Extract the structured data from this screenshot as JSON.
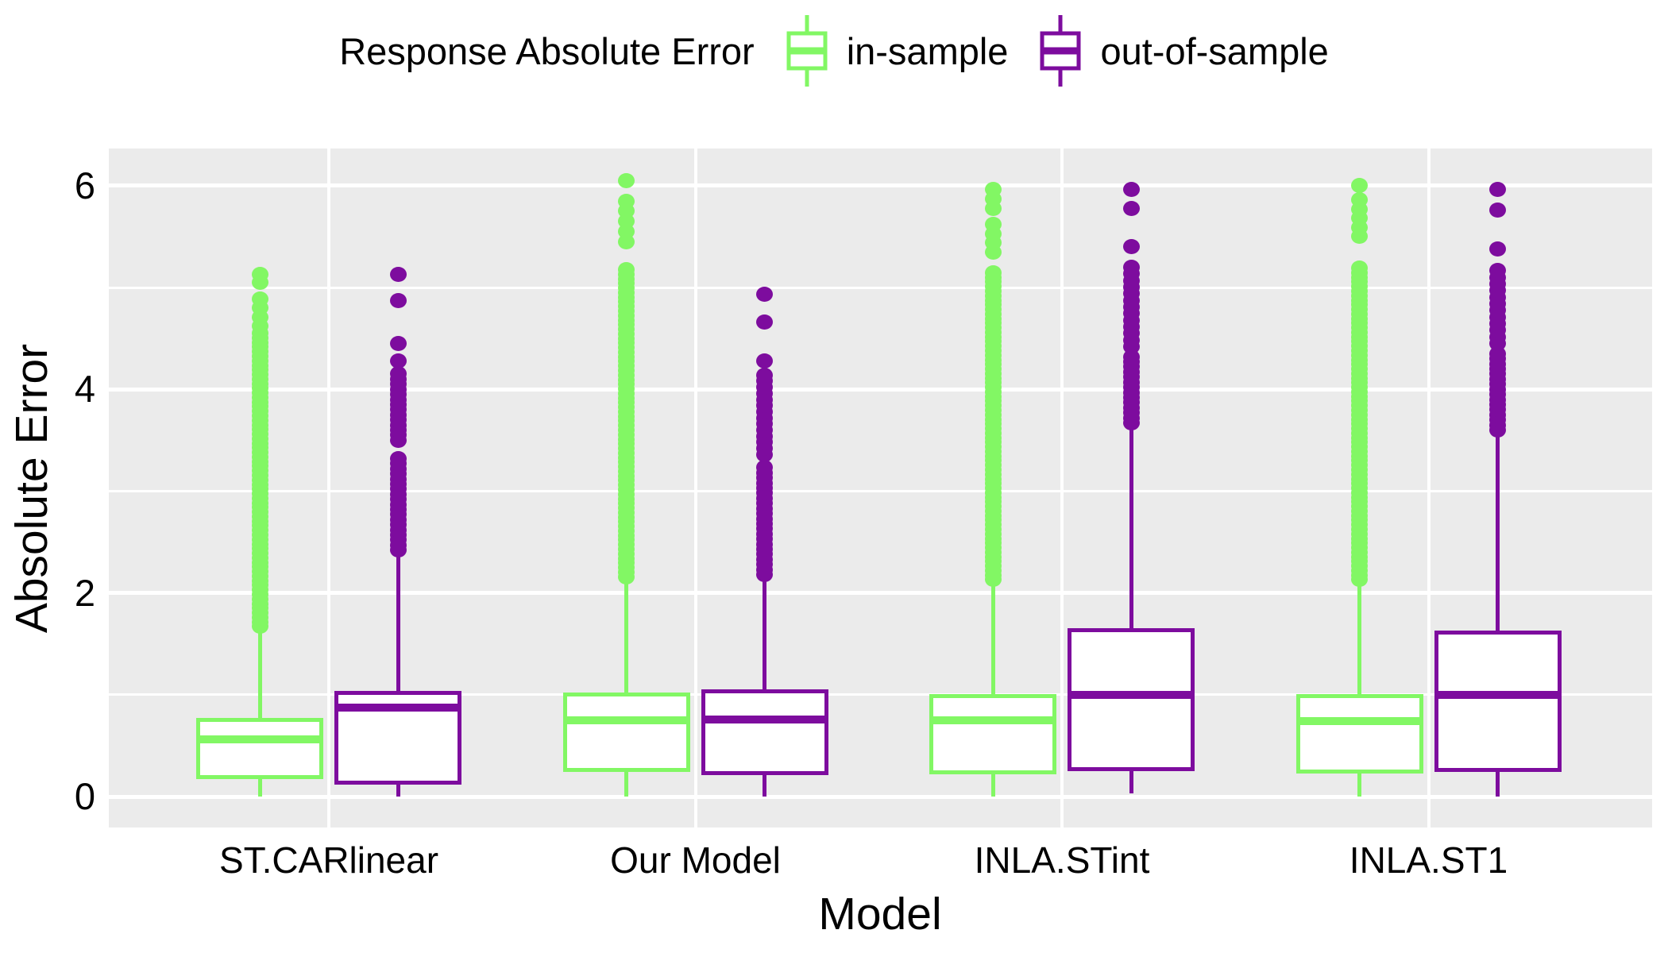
{
  "chart_data": {
    "type": "boxplot",
    "legend_title": "Response Absolute Error",
    "xlabel": "Model",
    "ylabel": "Absolute Error",
    "categories": [
      "ST.CARlinear",
      "Our Model",
      "INLA.STint",
      "INLA.ST1"
    ],
    "yticks": [
      0,
      2,
      4,
      6
    ],
    "ylim": [
      -0.3,
      6.37
    ],
    "grid": {
      "major_y": [
        0,
        2,
        4,
        6
      ],
      "minor_y": [
        1,
        3,
        5
      ],
      "major_x_at_category_centers": true,
      "grid_color": "#FFFFFF"
    },
    "legend_position": "top",
    "panel_bg": "#EBEBEB",
    "text_color": "#000000",
    "series": [
      {
        "name": "in-sample",
        "color": "#82F764",
        "boxes": [
          {
            "category": "ST.CARlinear",
            "whisker_low": 0,
            "q1": 0.17,
            "median": 0.56,
            "q3": 0.77,
            "whisker_high": 1.63,
            "outlier_bands": [
              [
                1.67,
                4.55,
                0.045
              ],
              [
                4.62,
                4.96,
                0.09
              ]
            ],
            "outlier_points": [
              5.05,
              5.13
            ]
          },
          {
            "category": "Our Model",
            "whisker_low": 0,
            "q1": 0.24,
            "median": 0.75,
            "q3": 1.02,
            "whisker_high": 2.13,
            "outlier_bands": [
              [
                2.16,
                5.2,
                0.045
              ],
              [
                5.45,
                5.86,
                0.1
              ]
            ],
            "outlier_points": [
              6.05
            ]
          },
          {
            "category": "INLA.STint",
            "whisker_low": 0,
            "q1": 0.22,
            "median": 0.75,
            "q3": 1.01,
            "whisker_high": 2.1,
            "outlier_bands": [
              [
                2.13,
                5.16,
                0.045
              ],
              [
                5.35,
                5.7,
                0.09
              ],
              [
                5.78,
                5.96,
                0.09
              ]
            ],
            "outlier_points": []
          },
          {
            "category": "INLA.ST1",
            "whisker_low": 0,
            "q1": 0.23,
            "median": 0.74,
            "q3": 1.01,
            "whisker_high": 2.1,
            "outlier_bands": [
              [
                2.13,
                5.22,
                0.045
              ],
              [
                5.5,
                5.87,
                0.09
              ]
            ],
            "outlier_points": [
              6.0
            ]
          }
        ]
      },
      {
        "name": "out-of-sample",
        "color": "#7D0C9E",
        "boxes": [
          {
            "category": "ST.CARlinear",
            "whisker_low": 0,
            "q1": 0.12,
            "median": 0.87,
            "q3": 1.04,
            "whisker_high": 2.37,
            "outlier_bands": [
              [
                2.42,
                3.32,
                0.05
              ],
              [
                3.5,
                4.18,
                0.05
              ]
            ],
            "outlier_points": [
              4.28,
              4.45,
              4.87,
              5.13
            ]
          },
          {
            "category": "Our Model",
            "whisker_low": 0,
            "q1": 0.21,
            "median": 0.76,
            "q3": 1.05,
            "whisker_high": 2.15,
            "outlier_bands": [
              [
                2.18,
                3.25,
                0.05
              ],
              [
                3.36,
                4.16,
                0.06
              ]
            ],
            "outlier_points": [
              4.28,
              4.66,
              4.93
            ]
          },
          {
            "category": "INLA.STint",
            "whisker_low": 0.03,
            "q1": 0.25,
            "median": 1.0,
            "q3": 1.65,
            "whisker_high": 3.64,
            "outlier_bands": [
              [
                3.67,
                4.35,
                0.05
              ],
              [
                4.42,
                5.2,
                0.065
              ]
            ],
            "outlier_points": [
              5.4,
              5.78,
              5.96
            ]
          },
          {
            "category": "INLA.ST1",
            "whisker_low": 0,
            "q1": 0.24,
            "median": 1.0,
            "q3": 1.63,
            "whisker_high": 3.56,
            "outlier_bands": [
              [
                3.6,
                4.35,
                0.05
              ],
              [
                4.45,
                5.2,
                0.065
              ]
            ],
            "outlier_points": [
              5.38,
              5.76,
              5.96
            ]
          }
        ]
      }
    ]
  }
}
